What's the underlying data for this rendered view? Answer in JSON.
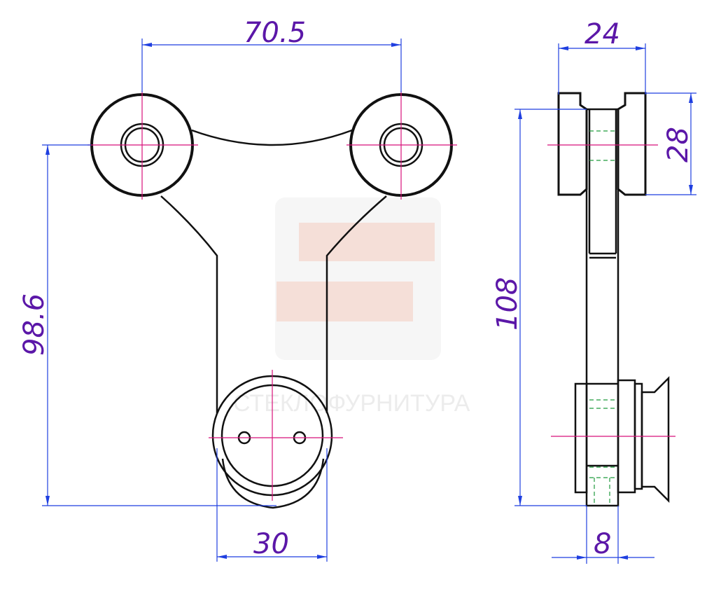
{
  "drawing": {
    "dimensions": {
      "front_top_width": "70.5",
      "front_height": "98.6",
      "front_bottom_width": "30",
      "side_top_width": "24",
      "side_top_height": "28",
      "side_height": "108",
      "side_bottom_width": "8"
    },
    "watermark": "СТЕКЛОФУРНИТУРА"
  },
  "colors": {
    "outline": "#111111",
    "dimension": "#1f3fe0",
    "dimension_text": "#5b17a8",
    "center_line": "#d8127a",
    "hidden_line": "#1e9a3c"
  }
}
